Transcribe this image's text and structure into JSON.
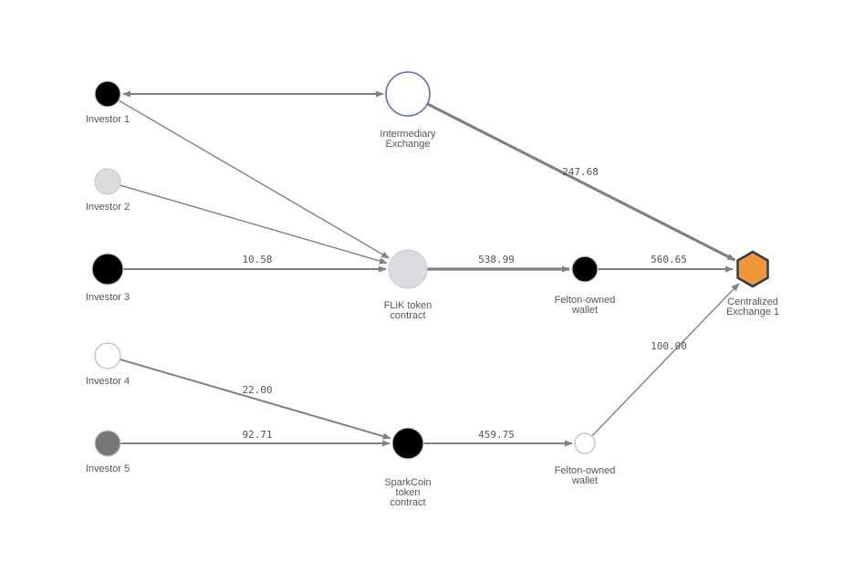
{
  "diagram": {
    "nodes": [
      {
        "id": "investor1",
        "name": "node-investor-1",
        "label_lines": [
          "Investor 1"
        ],
        "shape": "circle",
        "fill": "#000000",
        "stroke": "#cccccc"
      },
      {
        "id": "investor2",
        "name": "node-investor-2",
        "label_lines": [
          "Investor 2"
        ],
        "shape": "circle",
        "fill": "#dcdcdc",
        "stroke": "#cccccc"
      },
      {
        "id": "investor3",
        "name": "node-investor-3",
        "label_lines": [
          "Investor 3"
        ],
        "shape": "circle",
        "fill": "#000000",
        "stroke": "#cccccc"
      },
      {
        "id": "investor4",
        "name": "node-investor-4",
        "label_lines": [
          "Investor 4"
        ],
        "shape": "circle",
        "fill": "#ffffff",
        "stroke": "#bbbbbb"
      },
      {
        "id": "investor5",
        "name": "node-investor-5",
        "label_lines": [
          "Investor 5"
        ],
        "shape": "circle",
        "fill": "#777777",
        "stroke": "#cccccc"
      },
      {
        "id": "intermediary",
        "name": "node-intermediary-exchange",
        "label_lines": [
          "Intermediary",
          "Exchange"
        ],
        "shape": "circle",
        "fill": "#ffffff",
        "stroke": "#5c6bc0"
      },
      {
        "id": "flik",
        "name": "node-flik-token-contract",
        "label_lines": [
          "FLiK token",
          "contract"
        ],
        "shape": "circle",
        "fill": "#dcdce0",
        "stroke": "#c9cbe6"
      },
      {
        "id": "sparkcoin",
        "name": "node-sparkcoin-token-contract",
        "label_lines": [
          "SparkCoin",
          "token",
          "contract"
        ],
        "shape": "circle",
        "fill": "#000000",
        "stroke": "#cccccc"
      },
      {
        "id": "wallet1",
        "name": "node-felton-owned-wallet-1",
        "label_lines": [
          "Felton-owned",
          "wallet"
        ],
        "shape": "circle",
        "fill": "#000000",
        "stroke": "#cccccc"
      },
      {
        "id": "wallet2",
        "name": "node-felton-owned-wallet-2",
        "label_lines": [
          "Felton-owned",
          "wallet"
        ],
        "shape": "circle",
        "fill": "#ffffff",
        "stroke": "#bbbbbb"
      },
      {
        "id": "exchange1",
        "name": "node-centralized-exchange-1",
        "label_lines": [
          "Centralized",
          "Exchange 1"
        ],
        "shape": "hexagon",
        "fill": "#f0953a",
        "stroke": "#2c3e50"
      }
    ],
    "edges": [
      {
        "from": "investor1",
        "to": "intermediary",
        "label": "",
        "bidirectional": true,
        "weight": "medium"
      },
      {
        "from": "intermediary",
        "to": "exchange1",
        "label": "247.68",
        "bidirectional": false,
        "weight": "heavy"
      },
      {
        "from": "investor1",
        "to": "flik",
        "label": "",
        "bidirectional": false,
        "weight": "light"
      },
      {
        "from": "investor2",
        "to": "flik",
        "label": "",
        "bidirectional": false,
        "weight": "light"
      },
      {
        "from": "investor3",
        "to": "flik",
        "label": "10.58",
        "bidirectional": false,
        "weight": "medium"
      },
      {
        "from": "flik",
        "to": "wallet1",
        "label": "538.99",
        "bidirectional": false,
        "weight": "heavy"
      },
      {
        "from": "wallet1",
        "to": "exchange1",
        "label": "560.65",
        "bidirectional": false,
        "weight": "medium"
      },
      {
        "from": "investor4",
        "to": "sparkcoin",
        "label": "22.00",
        "bidirectional": false,
        "weight": "medium"
      },
      {
        "from": "investor5",
        "to": "sparkcoin",
        "label": "92.71",
        "bidirectional": false,
        "weight": "medium"
      },
      {
        "from": "sparkcoin",
        "to": "wallet2",
        "label": "459.75",
        "bidirectional": false,
        "weight": "medium"
      },
      {
        "from": "wallet2",
        "to": "exchange1",
        "label": "100.00",
        "bidirectional": false,
        "weight": "light"
      }
    ],
    "edge_color": "#808080"
  }
}
